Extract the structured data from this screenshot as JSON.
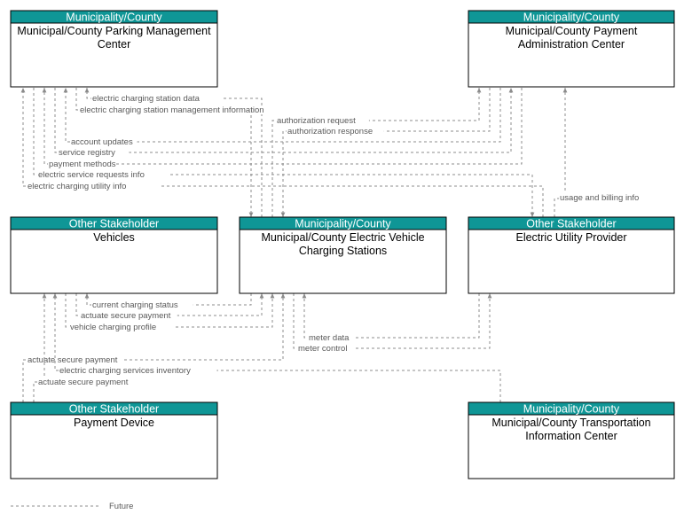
{
  "boxes": {
    "parking_mgmt": {
      "category": "Municipality/County",
      "name": [
        "Municipal/County Parking Management",
        "Center"
      ]
    },
    "payment_admin": {
      "category": "Municipality/County",
      "name": [
        "Municipal/County Payment",
        "Administration Center"
      ]
    },
    "vehicles": {
      "category": "Other Stakeholder",
      "name": [
        "Vehicles"
      ]
    },
    "ev_charging": {
      "category": "Municipality/County",
      "name": [
        "Municipal/County Electric Vehicle",
        "Charging Stations"
      ]
    },
    "utility": {
      "category": "Other Stakeholder",
      "name": [
        "Electric Utility Provider"
      ]
    },
    "payment_device": {
      "category": "Other Stakeholder",
      "name": [
        "Payment Device"
      ]
    },
    "transport_info": {
      "category": "Municipality/County",
      "name": [
        "Municipal/County Transportation",
        "Information Center"
      ]
    }
  },
  "flows": [
    "electric charging station data",
    "electric charging station management information",
    "authorization request",
    "authorization response",
    "account updates",
    "service registry",
    "payment methods",
    "electric service requests info",
    "electric charging utility info",
    "usage and billing info",
    "current charging status",
    "actuate secure payment",
    "vehicle charging profile",
    "meter data",
    "meter control",
    "actuate secure payment",
    "electric charging services inventory",
    "actuate secure payment"
  ],
  "legend": {
    "future_label": "Future"
  },
  "colors": {
    "header": "#0f9696",
    "flow_line": "#8c8c8c"
  }
}
